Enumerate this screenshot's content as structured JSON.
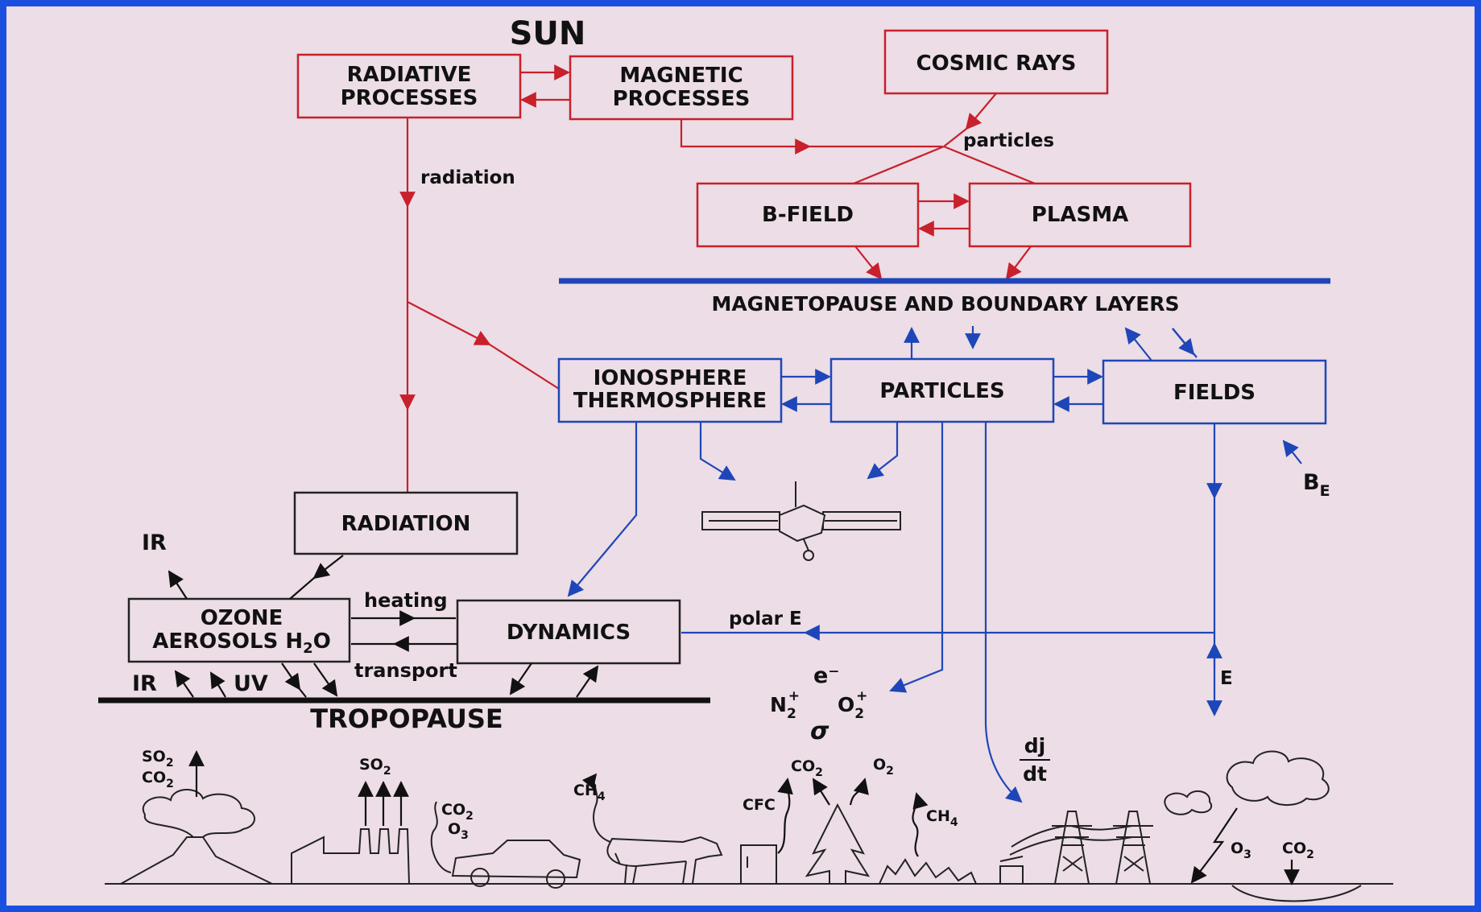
{
  "title": "SUN",
  "boxes": {
    "radiative_processes": [
      "RADIATIVE",
      "PROCESSES"
    ],
    "magnetic_processes": [
      "MAGNETIC",
      "PROCESSES"
    ],
    "cosmic_rays": "COSMIC RAYS",
    "b_field": "B-FIELD",
    "plasma": "PLASMA",
    "ionosphere_thermosphere": [
      "IONOSPHERE",
      "THERMOSPHERE"
    ],
    "particles": "PARTICLES",
    "fields": "FIELDS",
    "radiation": "RADIATION",
    "ozone_aerosols": [
      "OZONE",
      "AEROSOLS H",
      "2",
      "O"
    ],
    "dynamics": "DYNAMICS"
  },
  "boundaries": {
    "magnetopause": "MAGNETOPAUSE  AND  BOUNDARY  LAYERS",
    "tropopause": "TROPOPAUSE"
  },
  "edge_labels": {
    "radiation": "radiation",
    "particles": "particles",
    "heating": "heating",
    "transport": "transport",
    "polar_e": "polar E",
    "ir_top": "IR",
    "ir_bottom": "IR",
    "uv": "UV",
    "e_field": "E",
    "b_e": "B",
    "b_e_sub": "E",
    "dj_dt_num": "dj",
    "dj_dt_den": "dt"
  },
  "species": {
    "e_minus": "e⁻",
    "n2_plus": "N",
    "o2_plus": "O",
    "sigma": "σ",
    "so2_co2_volcano": [
      "SO",
      "CO"
    ],
    "so2_factory": "SO",
    "co2_o3_car": [
      "CO",
      "O"
    ],
    "ch4_cow": "CH",
    "cfc": "CFC",
    "co2_tree": "CO",
    "o2_tree": "O",
    "ch4_fire": "CH",
    "o3_storm": "O",
    "co2_storm": "CO"
  }
}
